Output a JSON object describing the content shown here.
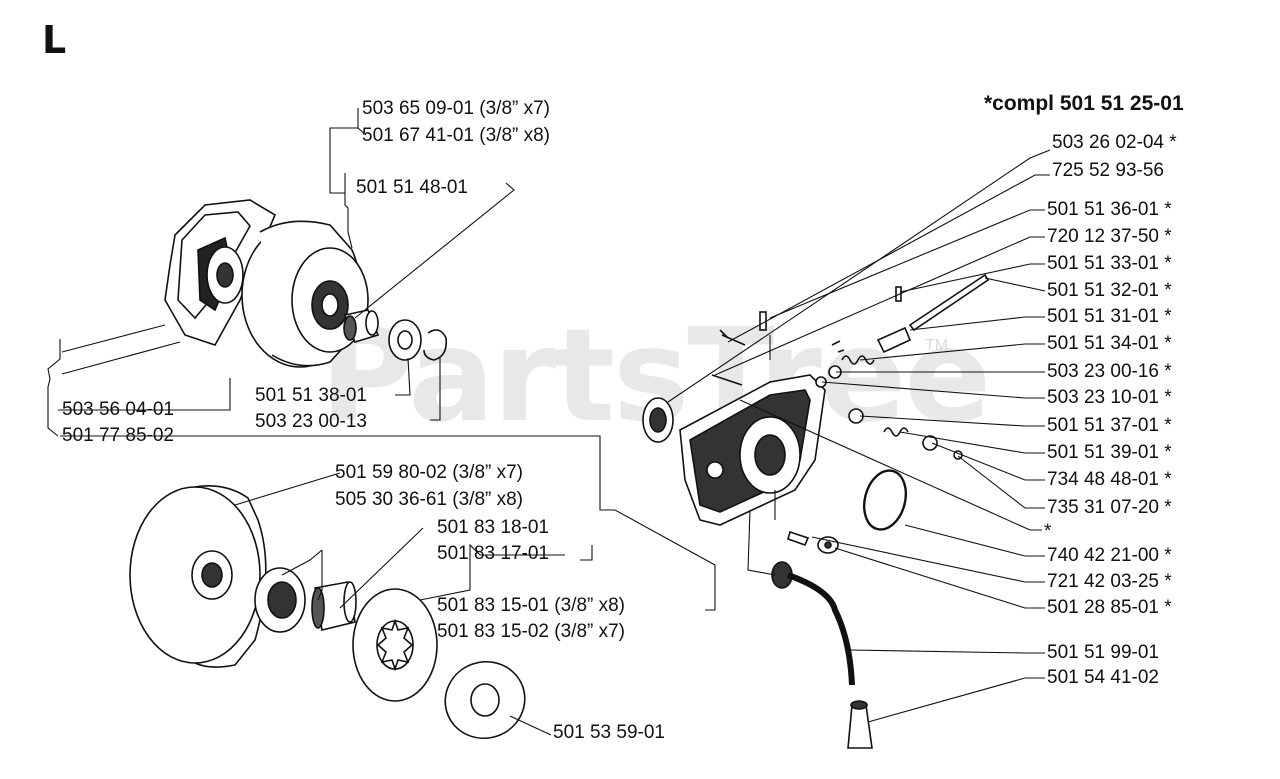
{
  "section_letter": "L",
  "compl_note": "*compl 501 51 25-01",
  "watermark": "PartsTree",
  "watermark_tm": "TM",
  "labels": {
    "p503_65_09_01": "503 65 09-01 (3/8” x7)",
    "p501_67_41_01": "501 67 41-01 (3/8” x8)",
    "p501_51_48_01": "501 51 48-01",
    "p501_51_38_01": "501 51 38-01",
    "p503_23_00_13": "503 23 00-13",
    "p503_56_04_01": "503 56 04-01",
    "p501_77_85_02": "501 77 85-02",
    "p501_59_80_02": "501 59 80-02 (3/8” x7)",
    "p505_30_36_61": "505 30 36-61 (3/8” x8)",
    "p501_83_18_01": "501 83 18-01",
    "p501_83_17_01": "501 83 17-01",
    "p501_83_15_01": "501 83 15-01 (3/8” x8)",
    "p501_83_15_02": "501 83 15-02 (3/8” x7)",
    "p501_53_59_01": "501 53 59-01",
    "p503_26_02_04": "503 26 02-04 *",
    "p725_52_93_56": "725 52 93-56",
    "p501_51_36_01": "501 51 36-01 *",
    "p720_12_37_50": "720 12 37-50 *",
    "p501_51_33_01": "501 51 33-01 *",
    "p501_51_32_01": "501 51 32-01 *",
    "p501_51_31_01": "501 51 31-01 *",
    "p501_51_34_01": "501 51 34-01 *",
    "p503_23_00_16": "503 23 00-16 *",
    "p503_23_10_01": "503 23 10-01 *",
    "p501_51_37_01": "501 51 37-01 *",
    "p501_51_39_01": "501 51 39-01 *",
    "p734_48_48_01": "734 48 48-01 *",
    "p735_31_07_20": "735 31 07-20 *",
    "p_star": "*",
    "p740_42_21_00": "740 42 21-00 *",
    "p721_42_03_25": "721 42 03-25 *",
    "p501_28_85_01": "501 28 85-01 *",
    "p501_51_99_01": "501 51 99-01",
    "p501_54_41_02": "501 54 41-02"
  }
}
